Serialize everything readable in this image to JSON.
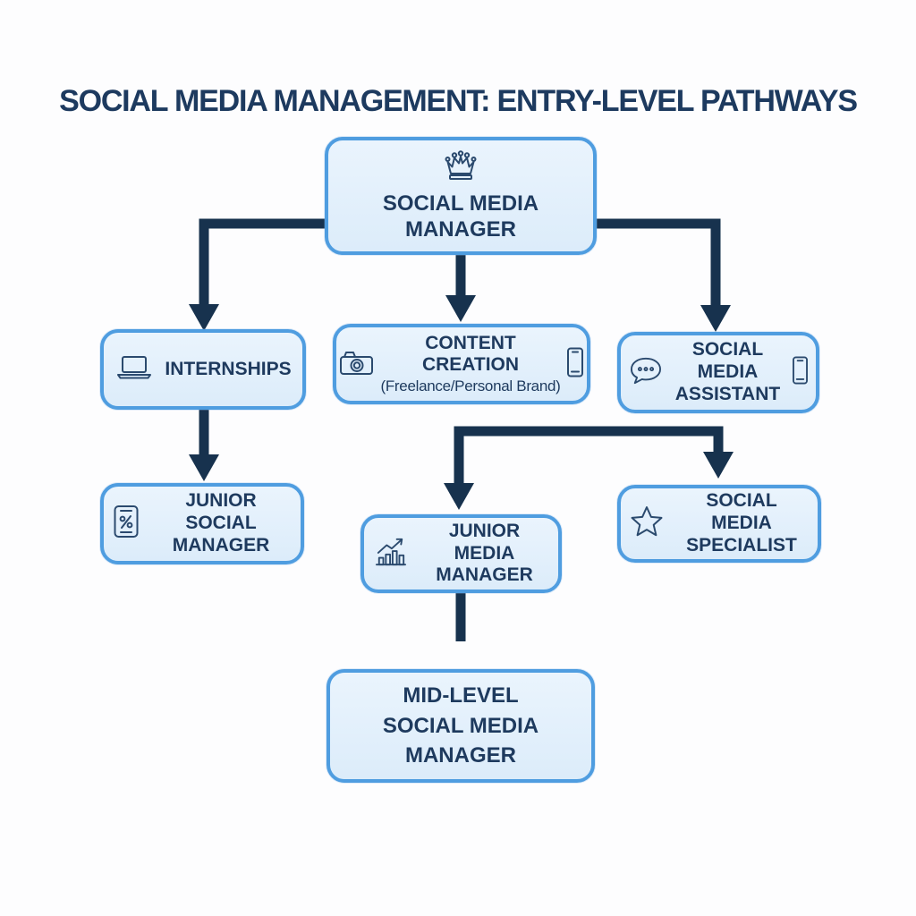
{
  "title": "SOCIAL MEDIA MANAGEMENT: ENTRY-LEVEL PATHWAYS",
  "colors": {
    "background": "#fdfdfe",
    "box_fill": "#e3f0fc",
    "box_border": "#4f9de0",
    "text": "#1e3a5e",
    "connector": "#17324e"
  },
  "nodes": {
    "social_media_manager": {
      "icon": "crown-icon",
      "line1": "SOCIAL MEDIA",
      "line2": "MANAGER"
    },
    "internships": {
      "icon": "laptop-icon",
      "label": "INTERNSHIPS"
    },
    "content_creation": {
      "icon_left": "camera-icon",
      "icon_right": "smartphone-icon",
      "label": "CONTENT CREATION",
      "sublabel": "(Freelance/Personal Brand)"
    },
    "social_media_assistant": {
      "icon_left": "chat-bubble-icon",
      "icon_right": "smartphone-icon",
      "line1": "SOCIAL MEDIA",
      "line2": "ASSISTANT"
    },
    "junior_social_manager": {
      "icon": "tablet-icon",
      "line1": "JUNIOR SOCIAL",
      "line2": "MANAGER"
    },
    "junior_media_manager": {
      "icon": "growth-chart-icon",
      "line1": "JUNIOR MEDIA",
      "line2": "MANAGER"
    },
    "social_media_specialist": {
      "icon": "star-icon",
      "line1": "SOCIAL MEDIA",
      "line2": "SPECIALIST"
    },
    "mid_level_social_media_manager": {
      "line1": "MID-LEVEL",
      "line2": "SOCIAL MEDIA",
      "line3": "MANAGER"
    }
  }
}
